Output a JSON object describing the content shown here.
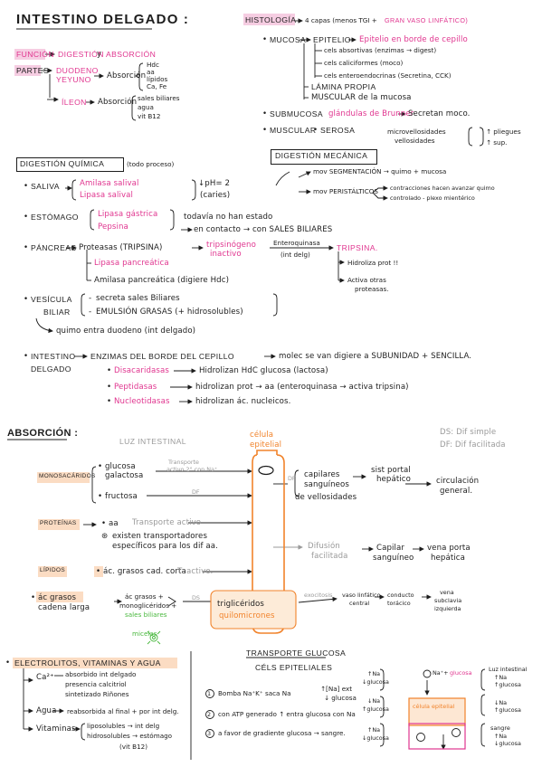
{
  "title": "INTESTINO DELGADO :",
  "top": {
    "funcion_label": "FUNCIÓN",
    "funcion_text": "DIGESTIÓN",
    "funcion_y": "y",
    "funcion_abs": "ABSORCIÓN",
    "partes_label": "PARTES",
    "duodeno": "DUODENO",
    "yeyuno": "YEYUNO",
    "absorcion1": "Absorción",
    "abs1_items": [
      "Hdc",
      "aa",
      "lípidos",
      "Ca, Fe"
    ],
    "ileon": "ÍLEON",
    "absorcion2": "Absorción",
    "abs2_items": [
      "sales biliares",
      "agua",
      "vit B12"
    ]
  },
  "histologia": {
    "label": "HISTOLOGÍA",
    "intro": "4 capas (menos TGI +",
    "intro2": "GRAN VASO LINFÁTICO)",
    "mucosa": "MUCOSA",
    "epitelio": "EPITELIO",
    "epitelio_desc": "Epitelio en borde de cepillo",
    "cels": [
      "cels absortivas (enzimas → digest)",
      "cels caliciformes (moco)",
      "cels enteroendocrinas (Secretina, CCK)"
    ],
    "lamina": "LÁMINA PROPIA",
    "muscular_mucosa": "MUSCULAR de la mucosa",
    "submucosa": "SUBMUCOSA",
    "submucosa_desc": "glándulas de Brunner",
    "submucosa_end": "Secretan moco.",
    "muscular": "MUSCULAR",
    "serosa": "SEROSA",
    "micro": "microvellosidades",
    "vellosidades": "vellosidades",
    "pliegues": "↑ pliegues",
    "sup": "↑ sup."
  },
  "digestion_quimica": {
    "heading": "DIGESTIÓN QUÍMICA",
    "note": "(todo proceso)",
    "saliva": "SALIVA",
    "saliva_items": [
      "Amilasa salival",
      "Lipasa salival"
    ],
    "ph": "↓pH= 2",
    "caries": "(caries)",
    "estomago": "ESTÓMAGO",
    "estomago_items": [
      "Lipasa gástrica",
      "Pepsina"
    ],
    "todavia": "todavía no han estado",
    "contacto": "en contacto → con SALES BILIARES",
    "pancreas": "PÁNCREAS",
    "pancreas_items": [
      "Proteasas (TRIPSINA)",
      "Lipasa pancreática",
      "Amilasa pancreática (digiere Hdc)"
    ],
    "tripsinogeno": "tripsinógeno",
    "inactivo": "inactivo",
    "enteroquinasa": "Enteroquinasa",
    "int_delg": "(int delg)",
    "tripsina": "TRIPSINA.",
    "hidroliza": "Hidroliza prot !!",
    "activa": "Activa otras",
    "proteasas": "proteasas.",
    "vesicula": "VESÍCULA",
    "biliar": "BILIAR",
    "vesicula_items": [
      "secreta sales Biliares",
      "EMULSIÓN GRASAS (+ hidrosolubles)"
    ],
    "quimo": "quimo entra duodeno (int delgado)",
    "intestino": "INTESTINO",
    "delgado": "DELGADO",
    "enzimas": "ENZIMAS DEL BORDE DEL CEPILLO",
    "molec": "molec se van digiere a SUBUNIDAD + SENCILLA.",
    "disacaridasas": "Disacaridasas",
    "disac_desc": "Hidrolizan HdC glucosa (lactosa)",
    "peptidasas": "Peptidasas",
    "pept_desc": "hidrolizan prot → aa (enteroquinasa → activa tripsina)",
    "nucleotidasas": "Nucleotidasas",
    "nucl_desc": "hidrolizan ác. nucleicos."
  },
  "digestion_mecanica": {
    "heading": "DIGESTIÓN MECÁNICA",
    "seg": "mov SEGMENTACIÓN → quimo + mucosa",
    "per": "mov PERISTÁLTICOS",
    "contr": "contracciones hacen avanzar quimo",
    "control": "controlado - plexo mientérico"
  },
  "absorcion": {
    "heading": "ABSORCIÓN :",
    "luz": "LUZ INTESTINAL",
    "celula": "célula",
    "epitelial": "epitelial",
    "ds": "DS: Dif simple",
    "df": "DF: Dif facilitada",
    "monosacaridos": "MONOSACÁRIDOS",
    "glucosa": "glucosa",
    "galactosa": "galactosa",
    "transporte": "Transporte",
    "activo2": "activo 2° con Na⁺",
    "fructosa": "fructosa",
    "df_label": "DF",
    "df2": "DF",
    "capilares": "capilares",
    "sanguineos": "sanguíneos",
    "sist": "sist portal",
    "hepatico": "hepático",
    "circulacion": "circulación",
    "general": "general.",
    "de_vellosidades": "de vellosidades",
    "proteinas": "PROTEÍNAS",
    "aa": "aa",
    "ta": "Transporte activo",
    "existen": "existen transportadores",
    "especificos": "específicos para los dif aa.",
    "difusion": "Difusión",
    "facilitada": "facilitada",
    "capilar": "Capilar",
    "sanguineo": "sanguíneo",
    "vena": "vena porta",
    "hepatica": "hepática",
    "lipidos": "LÍPIDOS",
    "ac_grasos": "ác. grasos cad. corta",
    "t_activo": "T. activo.",
    "ac_largos1": "ác grasos",
    "ac_largos2": "cadena larga",
    "ac_grasos_mono": "ác grasos +",
    "monoglic": "monoglicéridos +",
    "sales_biliares": "sales biliares",
    "micelas": "micelas",
    "ds_label": "DS",
    "trigliceridos": "triglicéridos",
    "quilomicrones": "quilomicrones",
    "exocitosis": "exocitosis",
    "vaso": "vaso linfático",
    "central": "central",
    "conducto": "conducto",
    "toracico": "torácico",
    "vena2": "vena",
    "subclavia": "subclavia",
    "izquierda": "izquierda"
  },
  "electrolitos": {
    "heading": "ELECTROLITOS, VITAMINAS Y AGUA",
    "ca": "Ca²⁺",
    "ca_items": [
      "absorbido int delgado",
      "presencia calcitriol",
      "sintetizado Riñones"
    ],
    "agua": "Agua",
    "agua_desc": "reabsorbida al final + por int delg.",
    "vitaminas": "Vitaminas",
    "liposolubles": "liposolubles → int delg",
    "hidrosolubles": "hidrosolubles → estómago",
    "b12": "(vit B12)"
  },
  "transporte": {
    "heading": "TRANSPORTE GLUCOSA",
    "sub": "CÉLS EPITELIALES",
    "steps": [
      {
        "num": "1",
        "text": "Bomba Na⁺K⁺ saca Na",
        "extra1": "↑[Na] ext",
        "extra2": "↓ glucosa"
      },
      {
        "num": "2",
        "text": "con ATP generado ↑ entra glucosa con Na"
      },
      {
        "num": "3",
        "text": "a favor de gradiente glucosa → sangre."
      }
    ],
    "tna1": "↑Na",
    "tg1": "↓glucosa",
    "tna2": "↓Na",
    "tg2": "↑glucosa",
    "tna3": "↑Na",
    "tg3": "↓glucosa",
    "na_glucosa": "Na⁺+",
    "glucosa_p": "glucosa",
    "celula_ep": "célula epitelial",
    "luz": "Luz intestinal",
    "luz1": "↑Na",
    "luz2": "↑glucosa",
    "mid1": "↓Na",
    "mid2": "↑glucosa",
    "sangre": "sangre",
    "s1": "↑Na",
    "s2": "↓glucosa"
  }
}
